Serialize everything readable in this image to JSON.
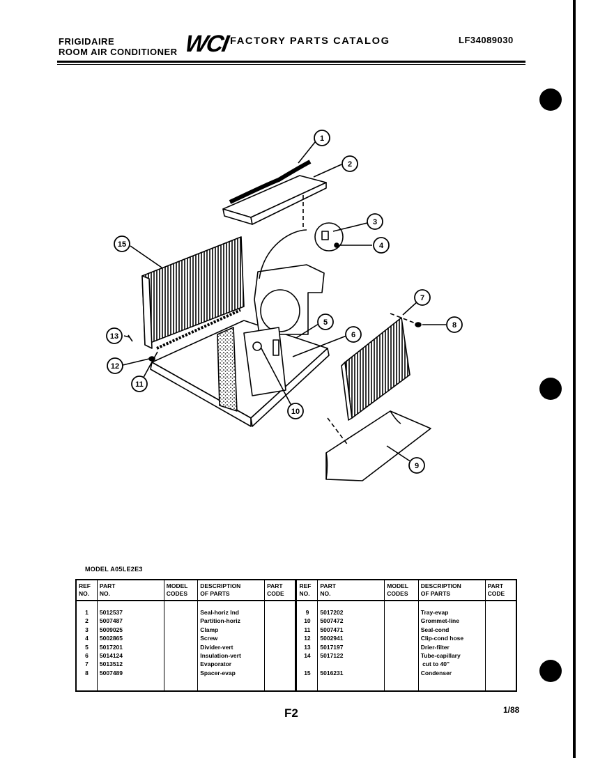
{
  "header": {
    "brand_line1": "FRIGIDAIRE",
    "brand_line2": "ROOM AIR CONDITIONER",
    "logo": "WCI",
    "catalog_title": "FACTORY PARTS CATALOG",
    "catalog_code": "LF34089030"
  },
  "diagram": {
    "callouts": [
      "1",
      "2",
      "3",
      "4",
      "5",
      "6",
      "7",
      "8",
      "9",
      "10",
      "11",
      "12",
      "13",
      "15"
    ]
  },
  "model": "MODEL A05LE2E3",
  "table": {
    "headers": [
      "REF\nNO.",
      "PART\nNO.",
      "MODEL\nCODES",
      "DESCRIPTION\nOF PARTS",
      "PART\nCODE"
    ],
    "left": {
      "ref": "1\n2\n3\n4\n5\n6\n7\n8",
      "part": "5012537\n5007487\n5009025\n5002865\n5017201\n5014124\n5013512\n5007489",
      "desc": "Seal-horiz lnd\nPartition-horiz\nClamp\nScrew\nDivider-vert\nInsulation-vert\nEvaporator\nSpacer-evap"
    },
    "right": {
      "ref": "9\n10\n11\n12\n13\n14\n\n15",
      "part": "5017202\n5007472\n5007471\n5002941\n5017197\n5017122\n\n5016231",
      "desc": "Tray-evap\nGrommet-line\nSeal-cond\nClip-cond hose\nDrier-filter\nTube-capillary\n cut to 40\"\nCondenser"
    }
  },
  "footer": {
    "page": "F2",
    "date": "1/88"
  }
}
